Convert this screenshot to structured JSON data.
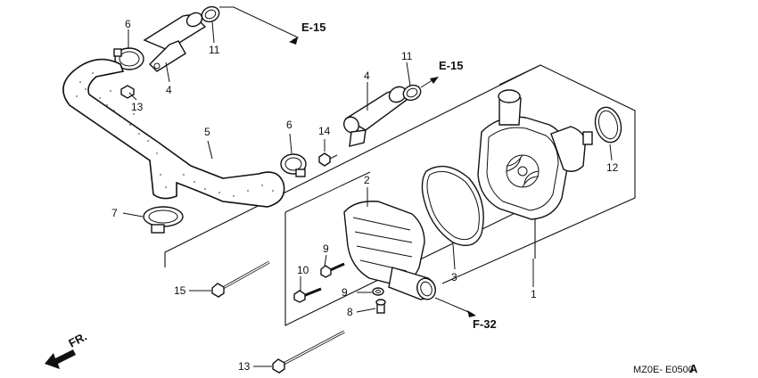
{
  "diagram": {
    "code": "MZ0E- E0500",
    "code_suffix": "A",
    "direction_label": "FR.",
    "refs": [
      "E-15",
      "E-15",
      "F-32"
    ],
    "callouts": [
      {
        "id": "c1",
        "text": "1"
      },
      {
        "id": "c2",
        "text": "2"
      },
      {
        "id": "c3",
        "text": "3"
      },
      {
        "id": "c4a",
        "text": "4"
      },
      {
        "id": "c4b",
        "text": "4"
      },
      {
        "id": "c5",
        "text": "5"
      },
      {
        "id": "c6a",
        "text": "6"
      },
      {
        "id": "c6b",
        "text": "6"
      },
      {
        "id": "c7",
        "text": "7"
      },
      {
        "id": "c8",
        "text": "8"
      },
      {
        "id": "c9a",
        "text": "9"
      },
      {
        "id": "c9b",
        "text": "9"
      },
      {
        "id": "c10",
        "text": "10"
      },
      {
        "id": "c11a",
        "text": "11"
      },
      {
        "id": "c11b",
        "text": "11"
      },
      {
        "id": "c12",
        "text": "12"
      },
      {
        "id": "c13a",
        "text": "13"
      },
      {
        "id": "c13b",
        "text": "13"
      },
      {
        "id": "c14",
        "text": "14"
      },
      {
        "id": "c15",
        "text": "15"
      }
    ]
  }
}
